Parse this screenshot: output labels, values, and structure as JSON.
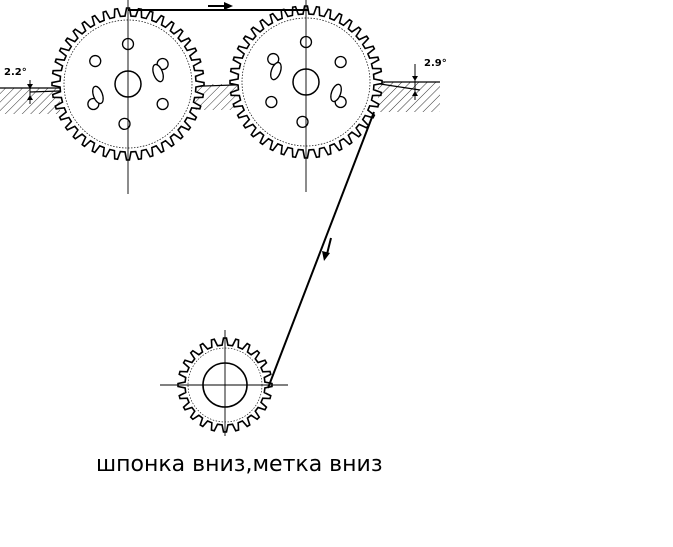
{
  "labels": {
    "left_angle": "2.2°",
    "right_angle": "2.9°"
  },
  "caption": "шпонка вниз,метка вниз"
}
